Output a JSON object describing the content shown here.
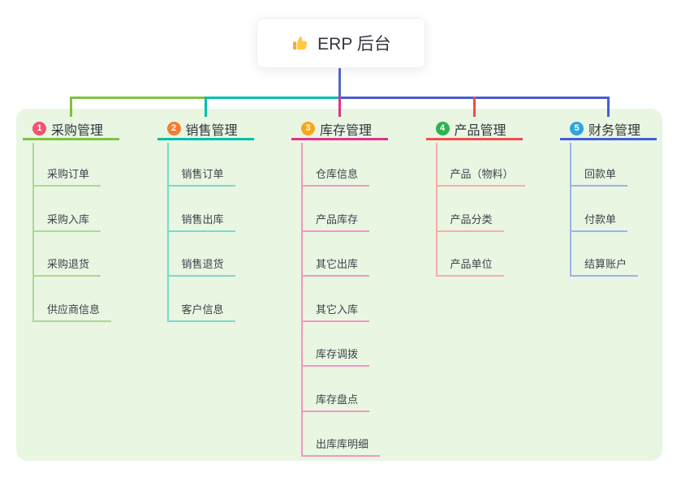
{
  "root": {
    "label": "ERP 后台",
    "icon": "thumbs-up"
  },
  "palette": {
    "panel_bg": "#E8F6E2",
    "root_stem": "#5566C8",
    "header_text": "#33363c",
    "child_text": "#3f434a"
  },
  "branches": [
    {
      "badge": "1",
      "label": "采购管理",
      "badge_color": "#F25372",
      "line_color": "#7FC241",
      "light_color": "#AFD98E",
      "children": [
        "采购订单",
        "采购入库",
        "采购退货",
        "供应商信息"
      ]
    },
    {
      "badge": "2",
      "label": "销售管理",
      "badge_color": "#F67D33",
      "line_color": "#00BEA9",
      "light_color": "#7BD9CE",
      "children": [
        "销售订单",
        "销售出库",
        "销售退货",
        "客户信息"
      ]
    },
    {
      "badge": "3",
      "label": "库存管理",
      "badge_color": "#F9A61C",
      "line_color": "#E23190",
      "light_color": "#F595C4",
      "children": [
        "仓库信息",
        "产品库存",
        "其它出库",
        "其它入库",
        "库存调拨",
        "库存盘点",
        "出库库明细"
      ]
    },
    {
      "badge": "4",
      "label": "产品管理",
      "badge_color": "#2EB350",
      "line_color": "#F34B51",
      "light_color": "#F9ADA8",
      "children": [
        "产品（物料）",
        "产品分类",
        "产品单位"
      ]
    },
    {
      "badge": "5",
      "label": "财务管理",
      "badge_color": "#2EA6DD",
      "line_color": "#455ED5",
      "light_color": "#9DB3E8",
      "children": [
        "回款单",
        "付款单",
        "结算账户"
      ]
    }
  ]
}
